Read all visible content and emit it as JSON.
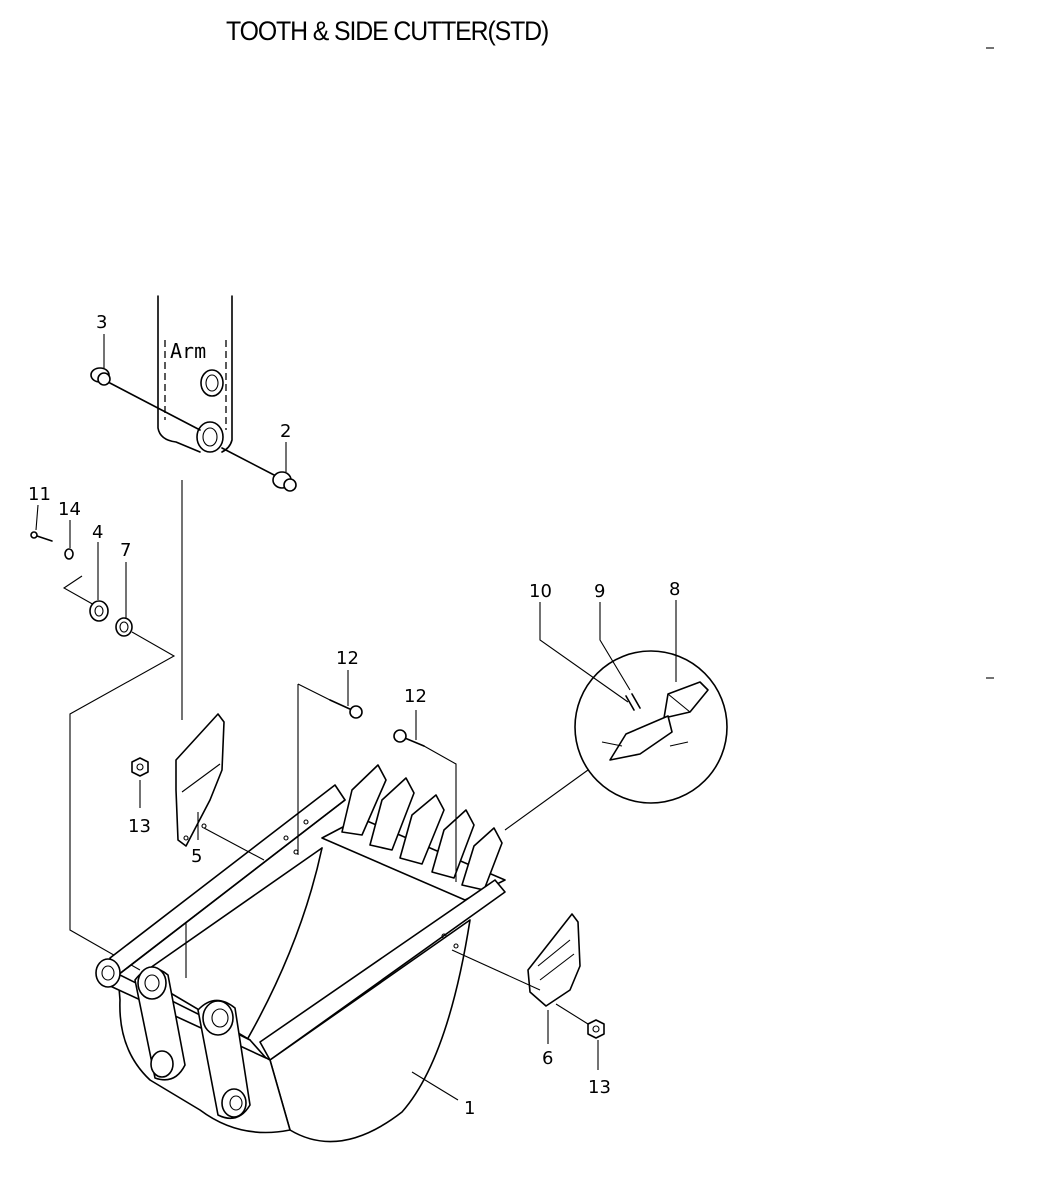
{
  "title": "TOOTH & SIDE CUTTER(STD)",
  "arm_label": "Arm",
  "callouts": [
    {
      "id": "c3",
      "label": "3"
    },
    {
      "id": "c2",
      "label": "2"
    },
    {
      "id": "c11",
      "label": "11"
    },
    {
      "id": "c14",
      "label": "14"
    },
    {
      "id": "c4",
      "label": "4"
    },
    {
      "id": "c7",
      "label": "7"
    },
    {
      "id": "c10",
      "label": "10"
    },
    {
      "id": "c9",
      "label": "9"
    },
    {
      "id": "c8",
      "label": "8"
    },
    {
      "id": "c12a",
      "label": "12"
    },
    {
      "id": "c12b",
      "label": "12"
    },
    {
      "id": "c13a",
      "label": "13"
    },
    {
      "id": "c5",
      "label": "5"
    },
    {
      "id": "c6",
      "label": "6"
    },
    {
      "id": "c13b",
      "label": "13"
    },
    {
      "id": "c1",
      "label": "1"
    }
  ]
}
